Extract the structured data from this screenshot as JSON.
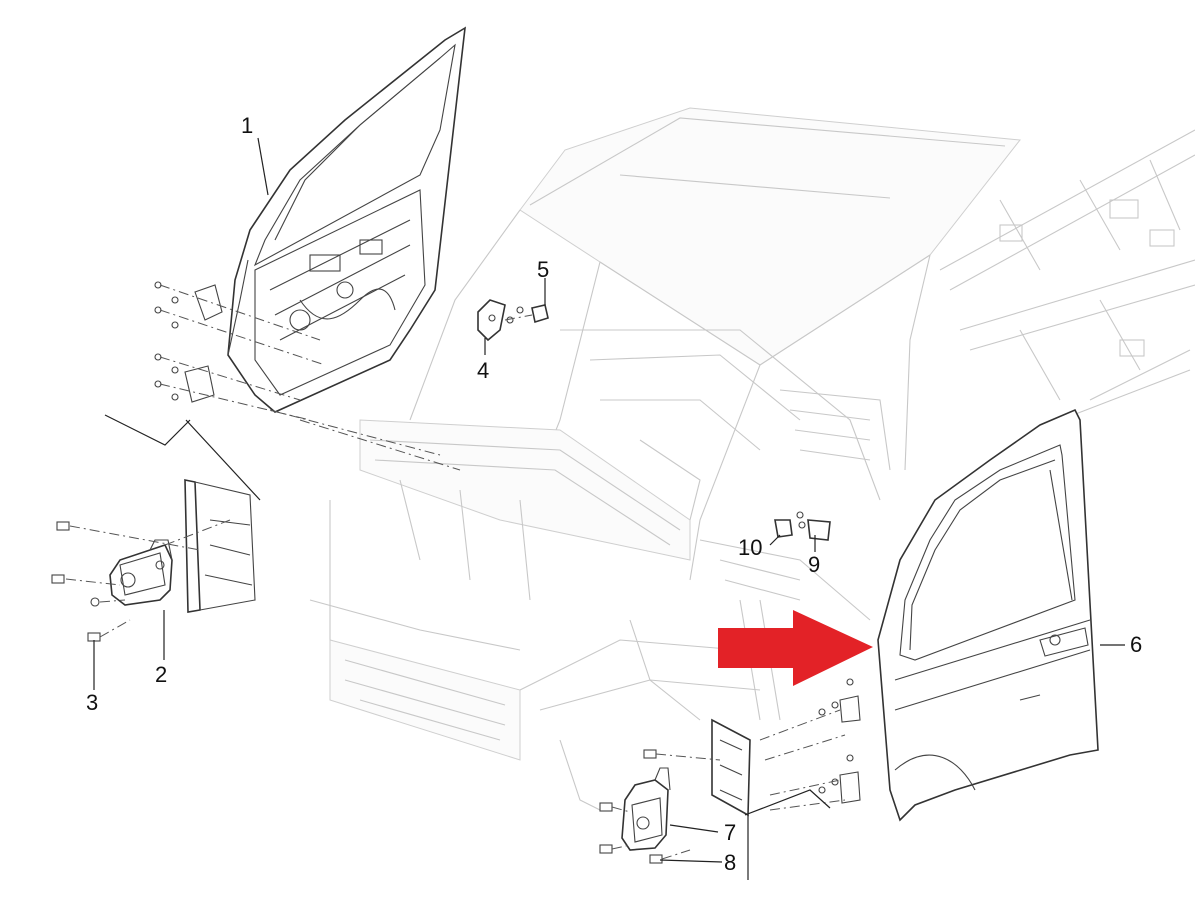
{
  "diagram": {
    "callouts": [
      {
        "id": "1",
        "text": "1"
      },
      {
        "id": "2",
        "text": "2"
      },
      {
        "id": "3",
        "text": "3"
      },
      {
        "id": "4",
        "text": "4"
      },
      {
        "id": "5",
        "text": "5"
      },
      {
        "id": "6",
        "text": "6"
      },
      {
        "id": "7",
        "text": "7"
      },
      {
        "id": "8",
        "text": "8"
      },
      {
        "id": "9",
        "text": "9"
      },
      {
        "id": "10",
        "text": "10"
      }
    ],
    "arrow": {
      "color": "#e32227",
      "icon": "red-arrow-icon"
    },
    "line_color": "#222222",
    "ghost_color": "#c8c8c8"
  }
}
